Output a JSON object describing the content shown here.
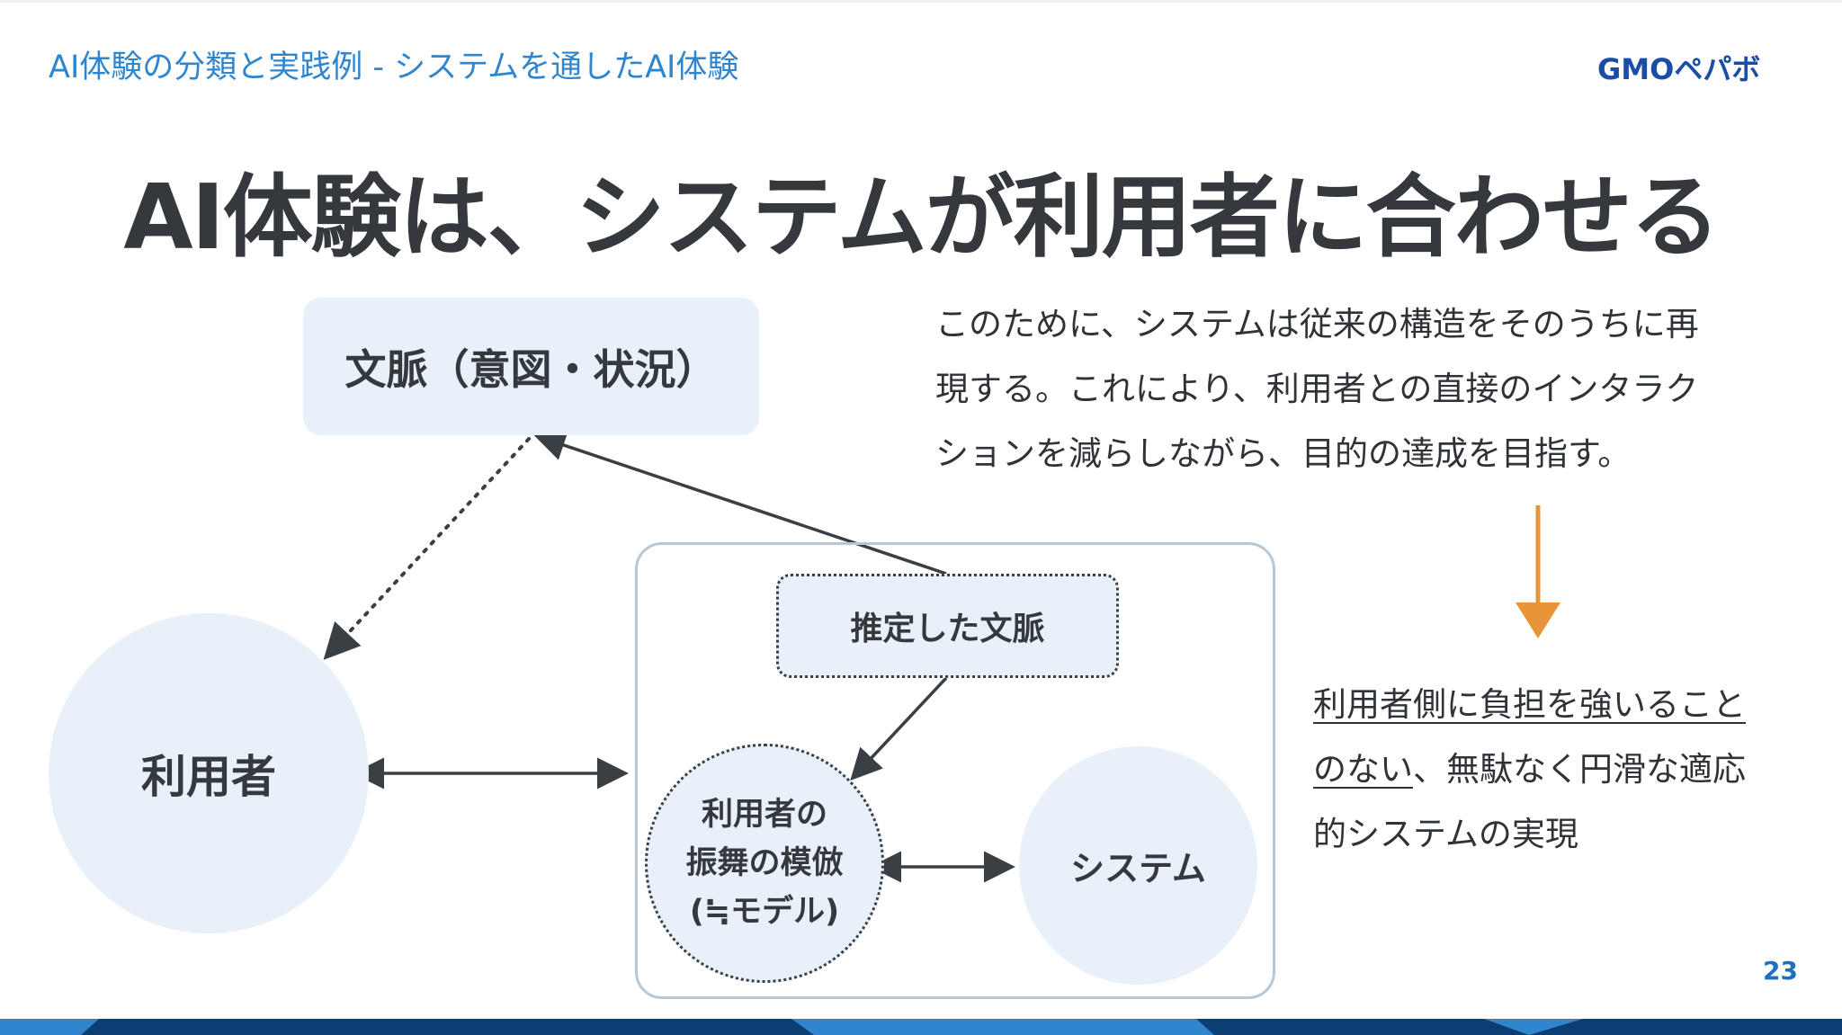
{
  "header": {
    "breadcrumb": "AI体験の分類と実践例 - システムを通したAI体験",
    "logo_text": "GMOペパボ"
  },
  "title": "AI体験は、システムが利用者に合わせる",
  "diagram": {
    "context_box": "文脈（意図・状況）",
    "estimated_context": "推定した文脈",
    "user": "利用者",
    "model_lines": [
      "利用者の",
      "振舞の模倣",
      "(≒モデル)"
    ],
    "system": "システム"
  },
  "description_lines": [
    "このために、システムは従来の構造をそのうちに再",
    "現する。これにより、利用者との直接のインタラク",
    "ションを減らしながら、目的の達成を目指す。"
  ],
  "result": {
    "line1_underlined": "利用者側に負担を強いること",
    "line2_underlined": "のない",
    "line2_rest": "、無駄なく円滑な適応",
    "line3": "的システムの実現"
  },
  "page_number": "23",
  "colors": {
    "accent_blue": "#2f86cf",
    "panel_fill": "#e8f1fa",
    "arrow_orange": "#e8953a",
    "text_dark": "#35393e",
    "footer_navy": "#0d3e73"
  }
}
